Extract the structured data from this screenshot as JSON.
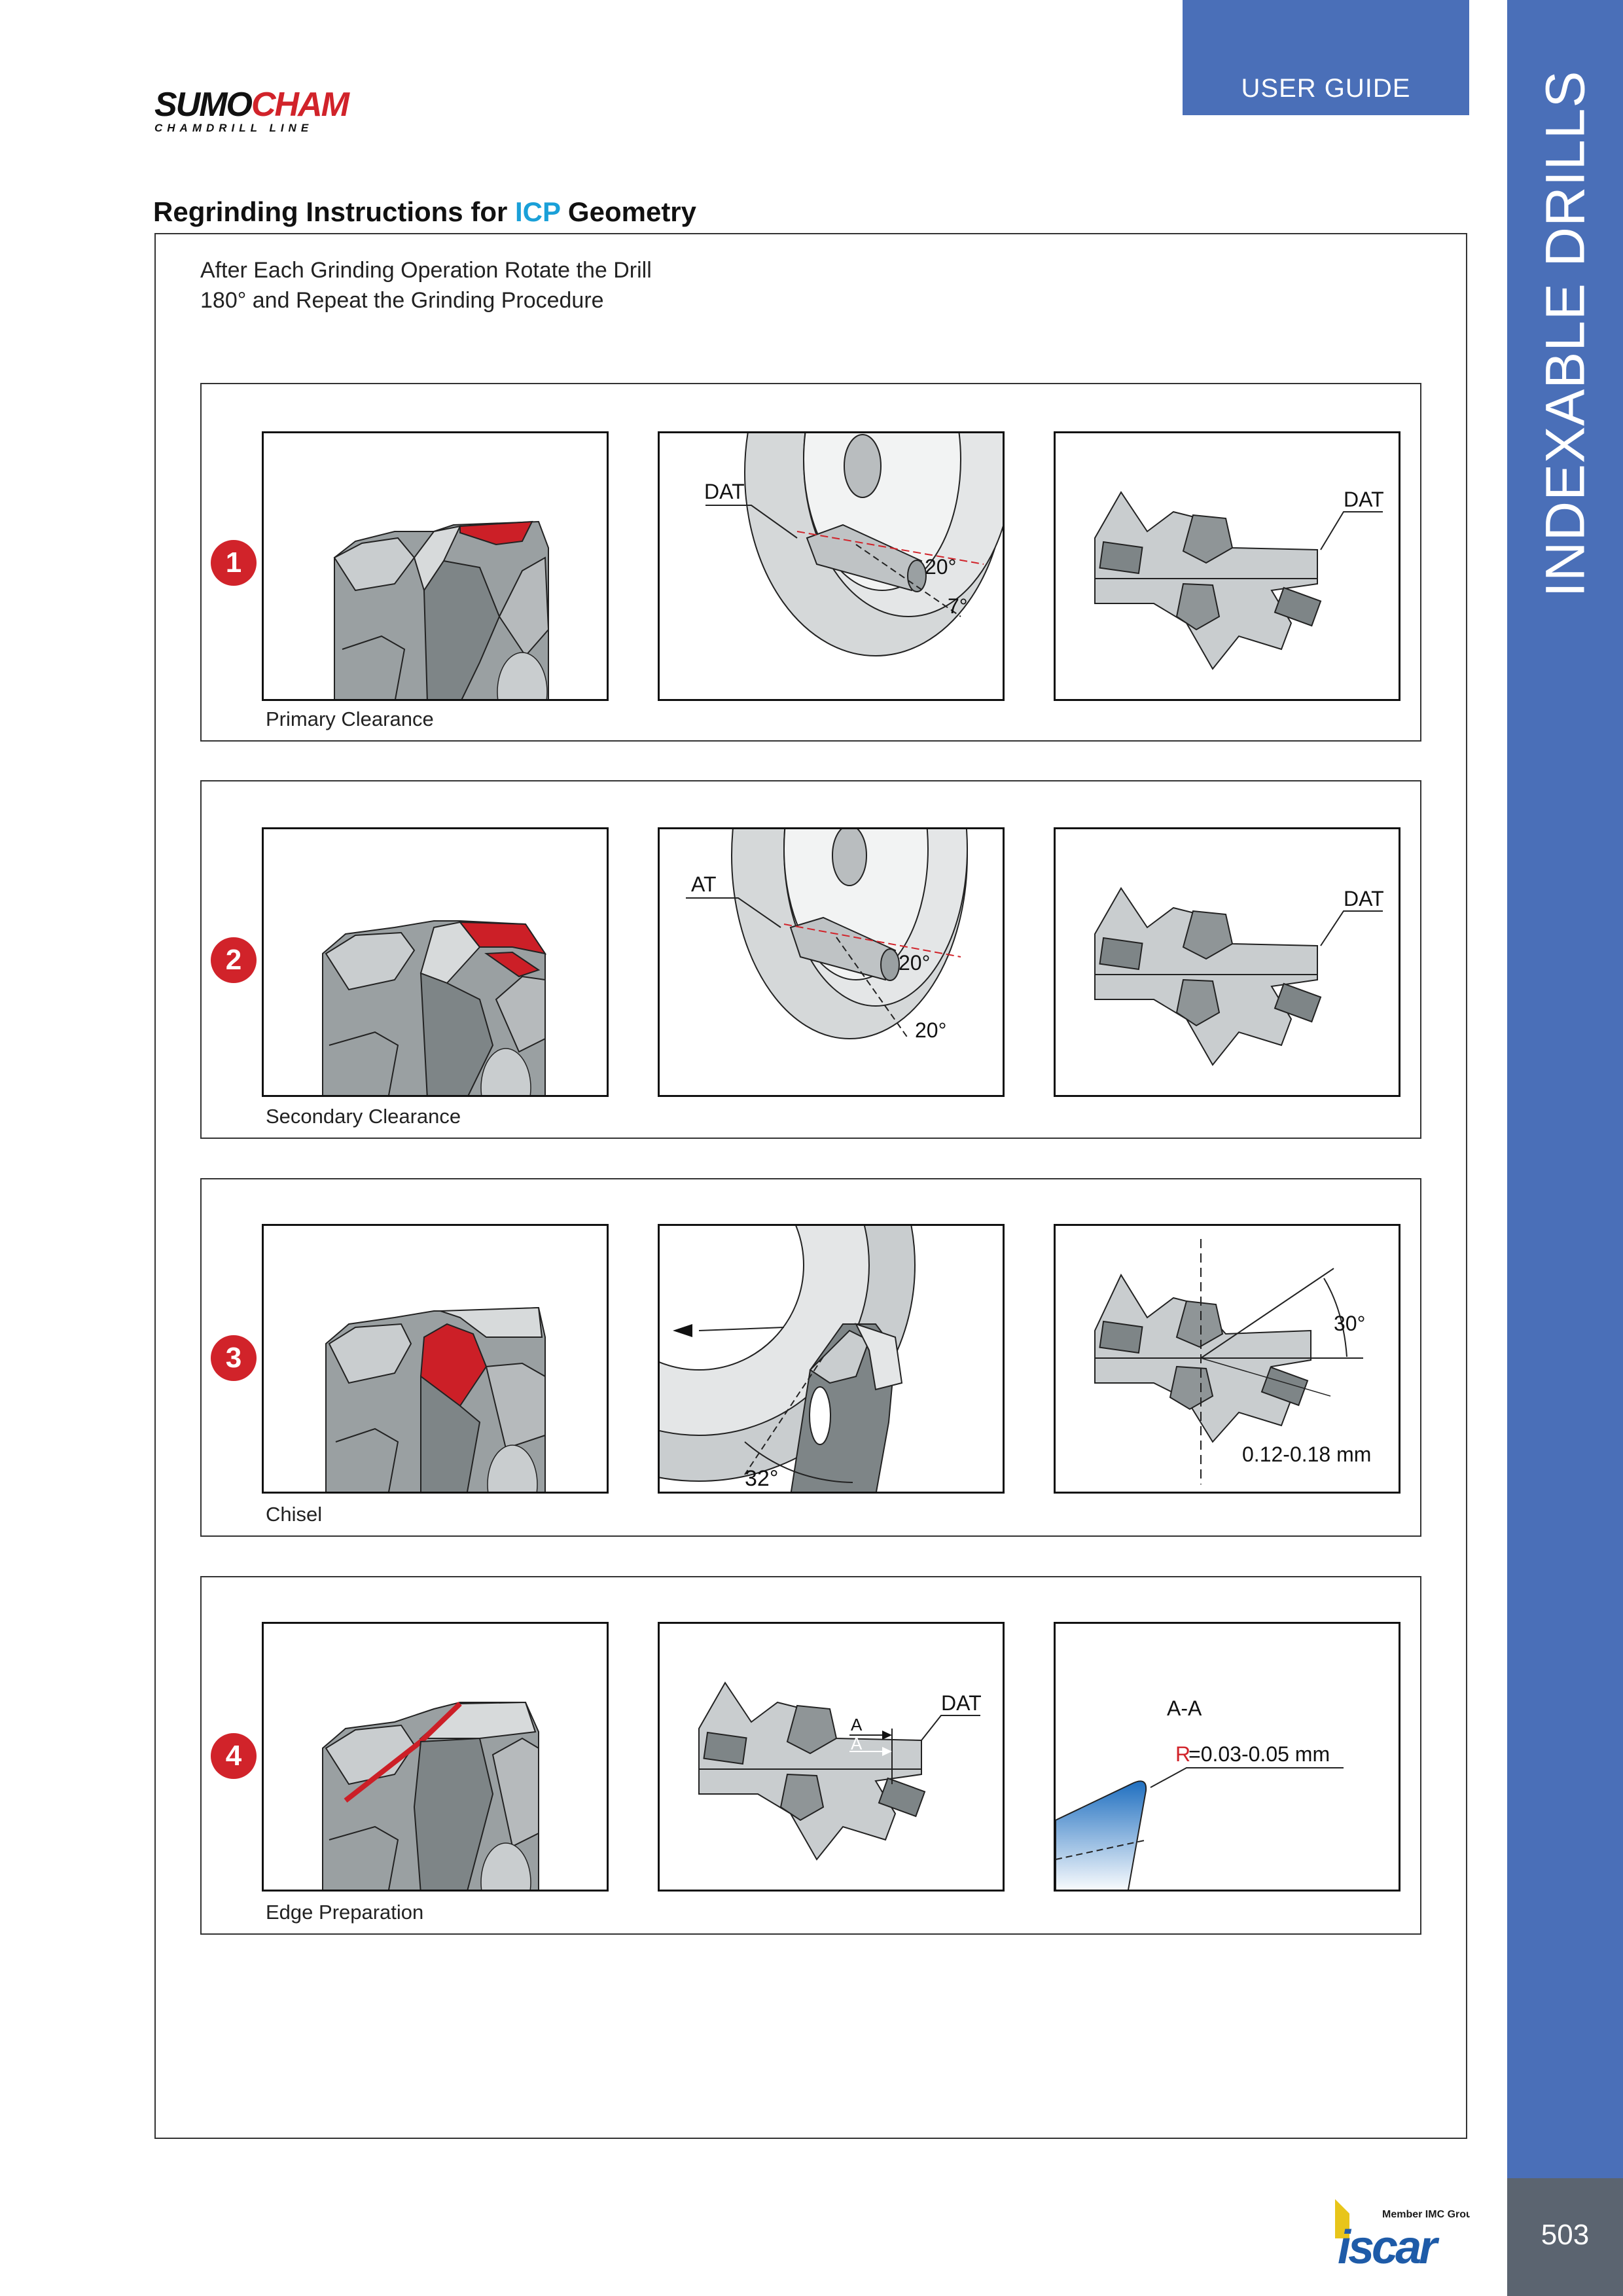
{
  "header": {
    "tab_label": "USER GUIDE",
    "side_label": "INDEXABLE DRILLS",
    "page_number": "503"
  },
  "brand": {
    "name_part1": "SUMO",
    "name_part2": "CHAM",
    "tagline": "CHAMDRILL LINE",
    "footer_logo_text": "Member IMC Group",
    "footer_logo_mark": "iscar"
  },
  "document": {
    "title_prefix": "Regrinding Instructions for ",
    "title_highlight": "ICP",
    "title_suffix": " Geometry",
    "intro_line1": "After Each Grinding Operation Rotate the Drill",
    "intro_line2": "180° and Repeat the Grinding Procedure"
  },
  "steps": [
    {
      "number": "1",
      "caption": "Primary Clearance",
      "labels": {
        "dat_left": "DAT",
        "angle_a": "20°",
        "angle_b": "7°",
        "dat_right": "DAT"
      }
    },
    {
      "number": "2",
      "caption": "Secondary Clearance",
      "labels": {
        "dat_left": "AT",
        "angle_a": "20°",
        "angle_b": "20°",
        "dat_right": "DAT"
      }
    },
    {
      "number": "3",
      "caption": "Chisel",
      "labels": {
        "angle_a": "32°",
        "angle_b": "30°",
        "dimension": "0.12-0.18 mm"
      }
    },
    {
      "number": "4",
      "caption": "Edge Preparation",
      "labels": {
        "dat": "DAT",
        "section_arrow": "A",
        "section_title": "A-A",
        "radius_letter": "R",
        "radius_value": "=0.03-0.05 mm"
      }
    }
  ],
  "colors": {
    "brand_blue": "#4a6fb8",
    "accent_red": "#d1232a",
    "accent_cyan": "#1aa0d8",
    "page_box_gray": "#5b6470"
  }
}
